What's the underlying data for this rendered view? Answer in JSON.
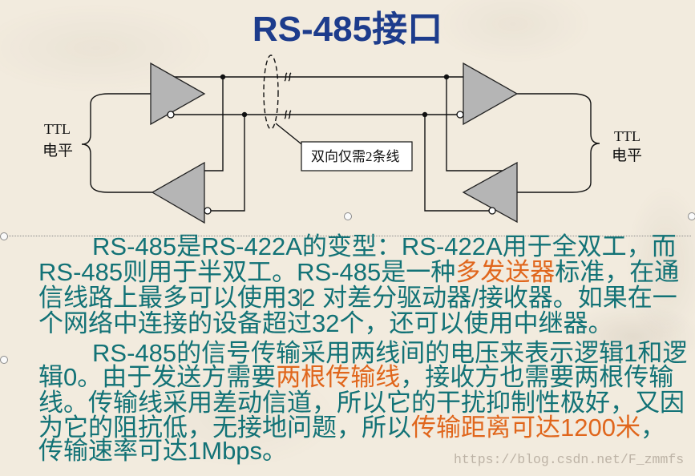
{
  "slide": {
    "title": "RS-485接口"
  },
  "colors": {
    "background": "#f2ebde",
    "title": "#1d3c8c",
    "body_text": "#127276",
    "highlight": "#e0661c",
    "driver_fill": "#b5b5b5"
  },
  "diagram": {
    "left_label": {
      "line1": "TTL",
      "line2": "电平"
    },
    "right_label": {
      "line1": "TTL",
      "line2": "电平"
    },
    "callout": "双向仅需2条线"
  },
  "body": {
    "paragraph1": {
      "line1": "RS-485是RS-422A的变型：RS-422A用于全双工，而",
      "line2": {
        "a": "RS-485则用于半双工。RS-485是一种",
        "b": "多发送器",
        "c": "标准，在通"
      },
      "line3": {
        "a": "信线路上最多可以使用3",
        "b": "2 对差分驱动器/接收器。如果在一"
      },
      "line4": "个网络中连接的设备超过32个，还可以使用中继器。"
    },
    "paragraph2": {
      "line1": "RS-485的信号传输采用两线间的电压来表示逻辑1和逻",
      "line2": {
        "a": "辑0。由于发送方需要",
        "b": "两根传输线",
        "c": "，接收方也需要两根传输"
      },
      "line3": "线。传输线采用差动信道，所以它的干扰抑制性极好，又因",
      "line4": {
        "a": "为它的阻抗低，无接地问题，所以",
        "b": "传输距离可达1200米",
        "c": "，"
      },
      "line5": "传输速率可达1Mbps。"
    }
  },
  "watermark": "https://blog.csdn.net/F_zmmfs"
}
